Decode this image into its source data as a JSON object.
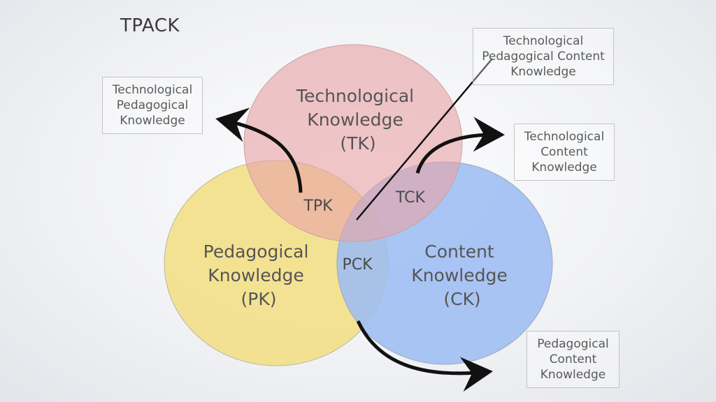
{
  "title": "TPACK",
  "circles": {
    "tk": {
      "lines": [
        "Technological",
        "Knowledge",
        "(TK)"
      ],
      "color": "#e8a3a6"
    },
    "pk": {
      "lines": [
        "Pedagogical",
        "Knowledge",
        "(PK)"
      ],
      "color": "#f3e08a"
    },
    "ck": {
      "lines": [
        "Content",
        "Knowledge",
        "(CK)"
      ],
      "color": "#9dbdf2"
    }
  },
  "regions": {
    "tpk": "TPK",
    "tck": "TCK",
    "pck": "PCK"
  },
  "callouts": {
    "tpk": [
      "Technological",
      "Pedagogical",
      "Knowledge"
    ],
    "tpack": [
      "Technological",
      "Pedagogical Content",
      "Knowledge"
    ],
    "tck": [
      "Technological",
      "Content",
      "Knowledge"
    ],
    "pck": [
      "Pedagogical",
      "Content",
      "Knowledge"
    ]
  }
}
